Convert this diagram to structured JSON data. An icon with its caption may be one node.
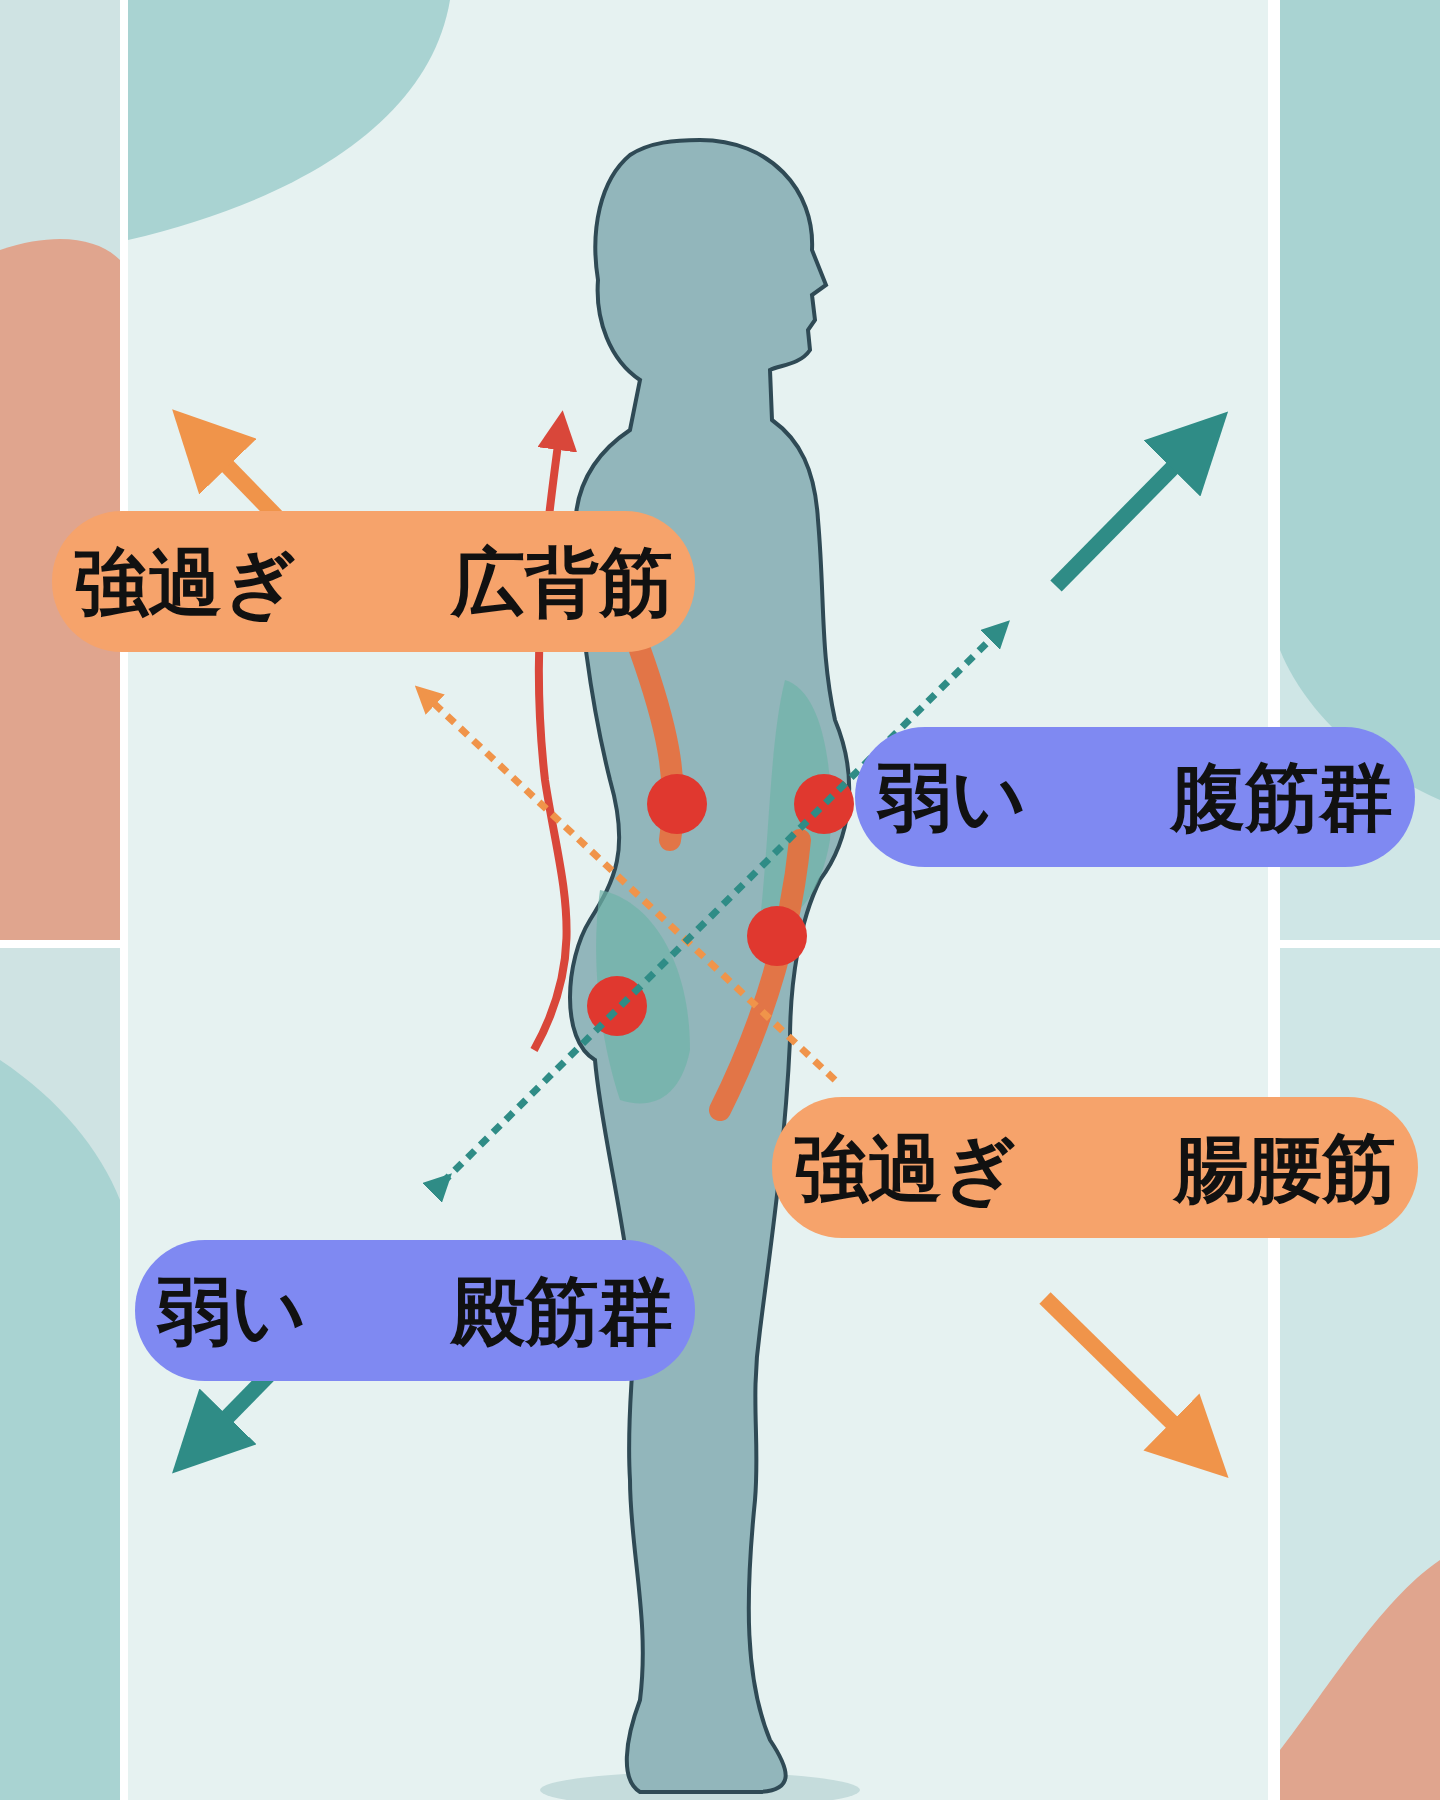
{
  "diagram": {
    "nodes": [
      {
        "text": [
          "強過ぎ",
          "広背筋"
        ]
      },
      {
        "text": [
          "弱い",
          "腹筋群"
        ]
      },
      {
        "text": [
          "強過ぎ",
          "腸腰筋"
        ]
      },
      {
        "text": [
          "弱い",
          "殿筋群"
        ]
      }
    ]
  }
}
